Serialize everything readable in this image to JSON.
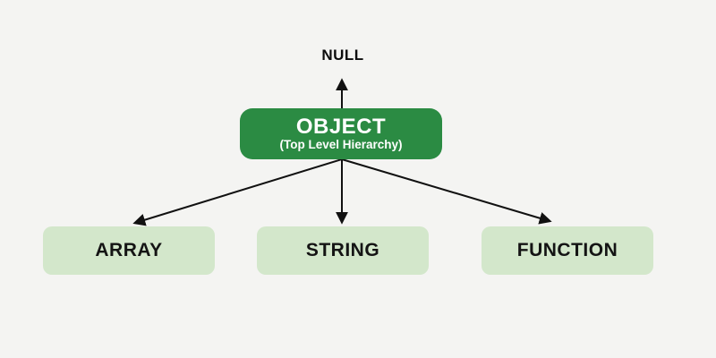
{
  "diagram": {
    "type": "hierarchy",
    "title_node": {
      "label": "NULL"
    },
    "root": {
      "label": "OBJECT",
      "sublabel": "(Top Level Hierarchy)"
    },
    "children": [
      {
        "label": "ARRAY"
      },
      {
        "label": "STRING"
      },
      {
        "label": "FUNCTION"
      }
    ],
    "edges": [
      {
        "from": "OBJECT",
        "to": "NULL",
        "direction": "up"
      },
      {
        "from": "OBJECT",
        "to": "ARRAY",
        "direction": "down-left"
      },
      {
        "from": "OBJECT",
        "to": "STRING",
        "direction": "down"
      },
      {
        "from": "OBJECT",
        "to": "FUNCTION",
        "direction": "down-right"
      }
    ]
  },
  "colors": {
    "background": "#f4f4f2",
    "root_fill": "#2b8b43",
    "root_text": "#ffffff",
    "child_fill": "#d3e7cb",
    "child_text": "#141414",
    "arrow": "#111111"
  }
}
